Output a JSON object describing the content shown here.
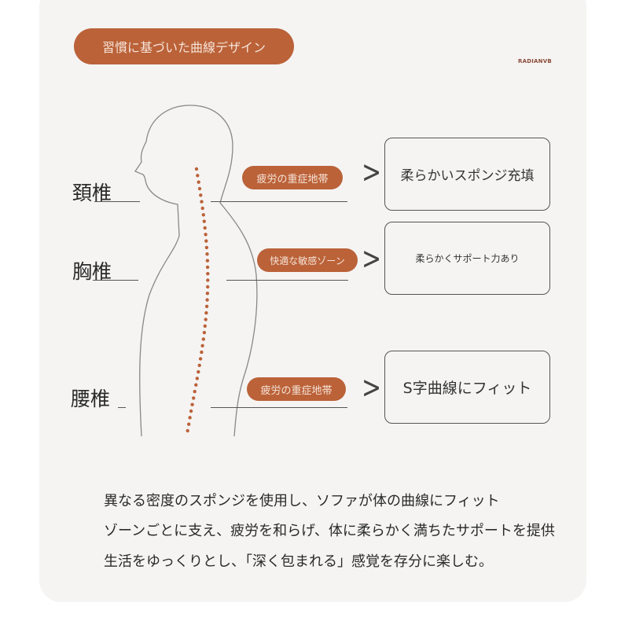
{
  "header": {
    "title": "習慣に基づいた曲線デザイン",
    "brand": "RADIANVB"
  },
  "spine_labels": [
    "頚椎",
    "胸椎",
    "腰椎"
  ],
  "zones": [
    {
      "tag": "疲労の重症地帯",
      "feature": "柔らかいスポンジ充填"
    },
    {
      "tag": "快適な敏感ゾーン",
      "feature": "柔らかくサポート力あり"
    },
    {
      "tag": "疲労の重症地帯",
      "feature": "S字曲線にフィット"
    }
  ],
  "description": [
    "異なる密度のスポンジを使用し、ソファが体の曲線にフィット",
    "ゾーンごとに支え、疲労を和らげ、体に柔らかく満ちたサポートを提供",
    "生活をゆっくりとし、「深く包まれる」感覚を存分に楽しむ。"
  ],
  "colors": {
    "accent": "#bb6239",
    "background": "#f5f4f3"
  }
}
